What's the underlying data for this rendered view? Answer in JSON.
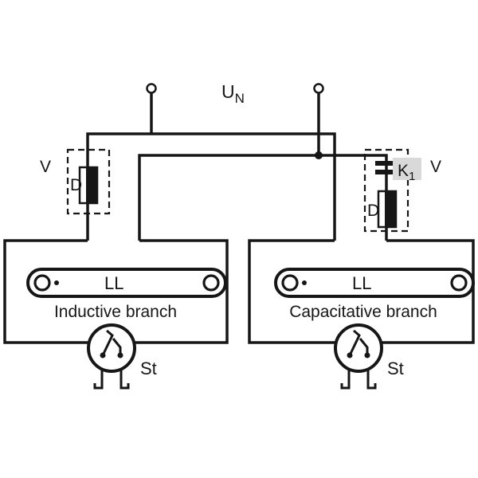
{
  "diagram": {
    "supply_voltage": {
      "base": "U",
      "sub": "N"
    },
    "left_branch": {
      "ballast_box_label": "V",
      "ballast_label": "D",
      "lamp_label": "LL",
      "branch_name": "Inductive branch",
      "starter_label": "St"
    },
    "right_branch": {
      "ballast_box_label": "V",
      "capacitor_label_base": "K",
      "capacitor_label_sub": "1",
      "ballast_label": "D",
      "lamp_label": "LL",
      "branch_name": "Capacitative branch",
      "starter_label": "St"
    },
    "colors": {
      "line": "#161616",
      "background": "#ffffff",
      "capacitor_label_highlight": "#d9d9d9"
    }
  }
}
